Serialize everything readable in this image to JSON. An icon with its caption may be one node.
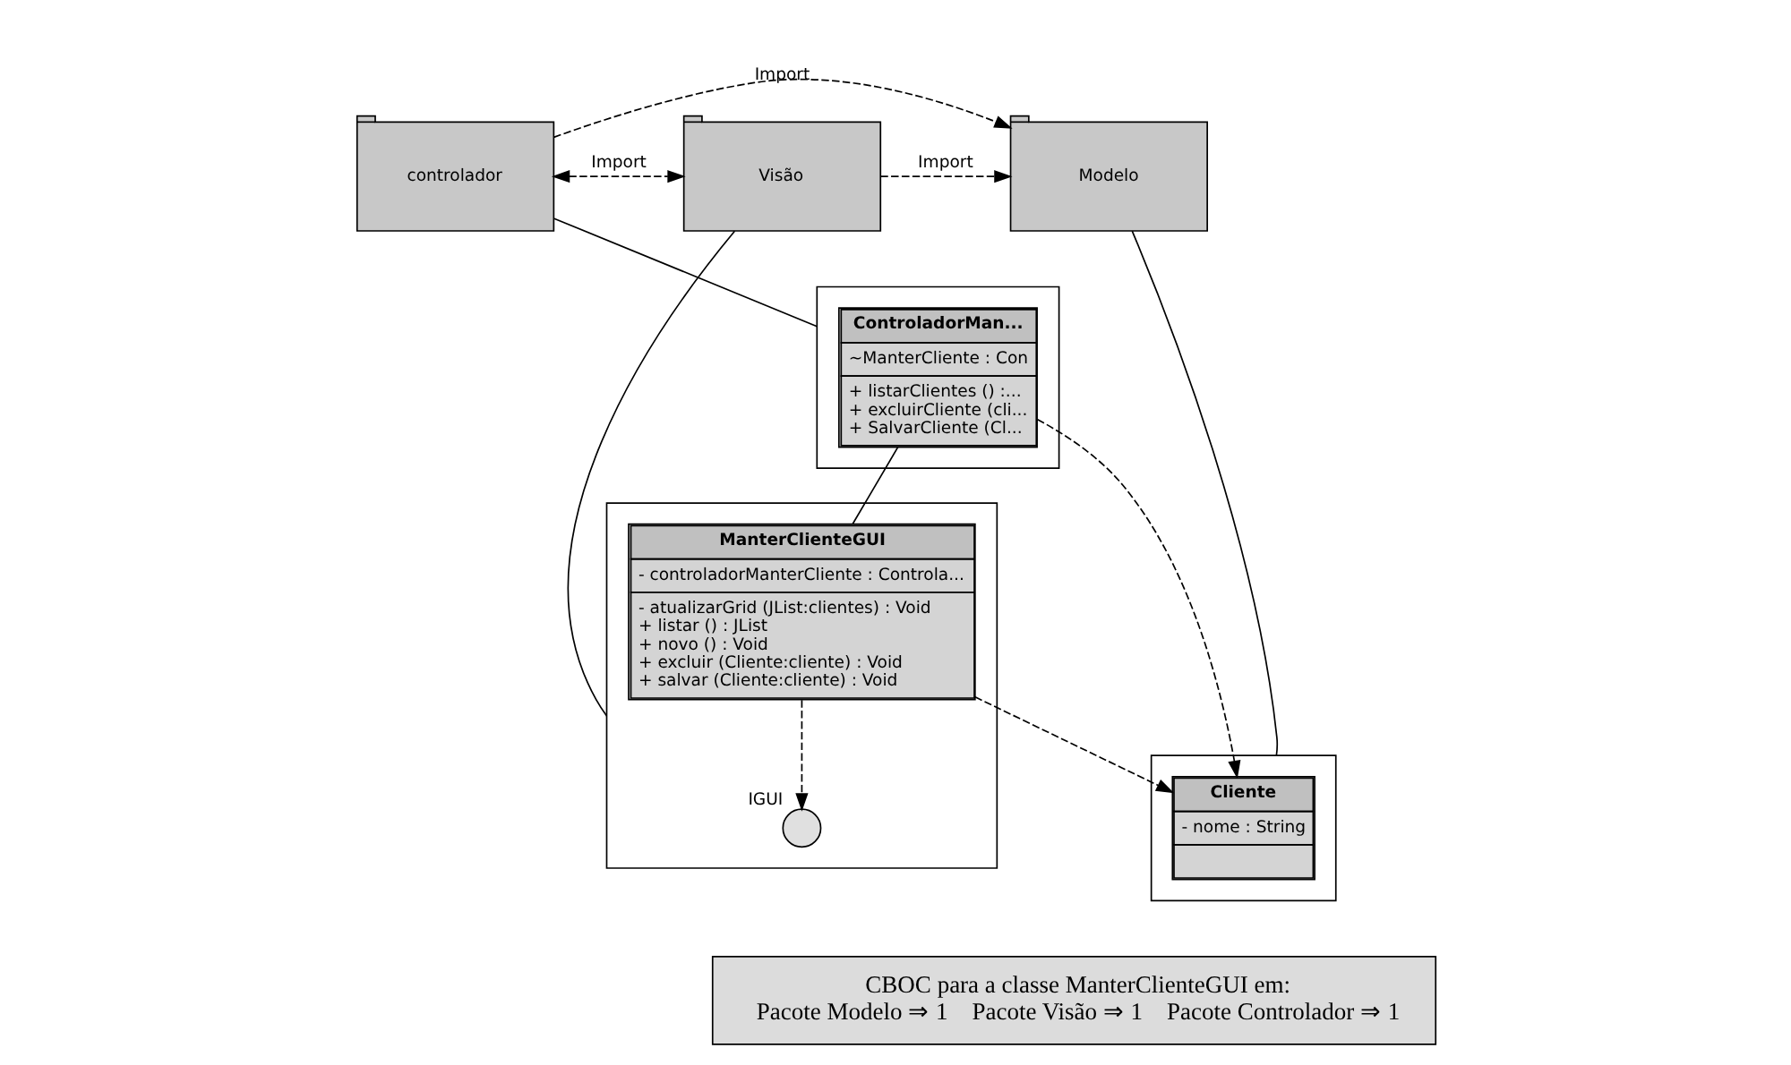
{
  "diagram": {
    "nodes": [
      {
        "text": [
          "controlador"
        ]
      },
      {
        "text": [
          "Visão"
        ]
      },
      {
        "text": [
          "Modelo"
        ]
      },
      {
        "text": [],
        "shape": "box"
      },
      {
        "text": [
          "ControladorMan...",
          "~ManterCliente : Con",
          "+ listarClientes () :... + excluirCliente (cli... + SalvarCliente (Cl..."
        ],
        "in": 3
      },
      {
        "text": [],
        "shape": "box"
      },
      {
        "text": [],
        "shape": "circle",
        "beside": [
          "IGUI"
        ],
        "in": 5
      },
      {
        "text": [
          "ManterClienteGUI",
          "- controladorManterCliente : Controla...",
          "- atualizarGrid (JList:clientes) : Void + listar () : JList + novo () : Void + excluir (Cliente:cliente) : Void + salvar (Cliente:cliente) : Void"
        ],
        "in": 5
      },
      {
        "text": [],
        "shape": "box"
      },
      {
        "text": [
          "Cliente",
          "- nome : String"
        ],
        "in": 8
      },
      {
        "text": [
          "CBOC para a classe ManterClienteGUI em:",
          "Pacote Modelo ⇒ 1    Pacote Visão ⇒ 1    Pacote Controlador ⇒ 1"
        ]
      }
    ],
    "edges": [
      {
        "from": 0,
        "to": 1,
        "arrow": "both",
        "style": "dashed",
        "label": "Import"
      },
      {
        "from": 1,
        "to": 2,
        "arrow": "to",
        "style": "dashed",
        "label": "Import"
      },
      {
        "from": 0,
        "to": 2,
        "arrow": "to",
        "style": "dashed",
        "label": "Import"
      },
      {
        "from": 0,
        "to": 3,
        "arrow": "none"
      },
      {
        "from": 1,
        "to": 5,
        "arrow": "none"
      },
      {
        "from": 2,
        "to": 8,
        "arrow": "none"
      },
      {
        "from": 7,
        "to": 6,
        "arrow": "to",
        "style": "dashed"
      },
      {
        "from": 4,
        "to": 9,
        "arrow": "to",
        "style": "dashed"
      },
      {
        "from": 4,
        "to": 7,
        "arrow": "none"
      },
      {
        "from": 7,
        "to": 9,
        "arrow": "to",
        "style": "dashed"
      }
    ]
  }
}
